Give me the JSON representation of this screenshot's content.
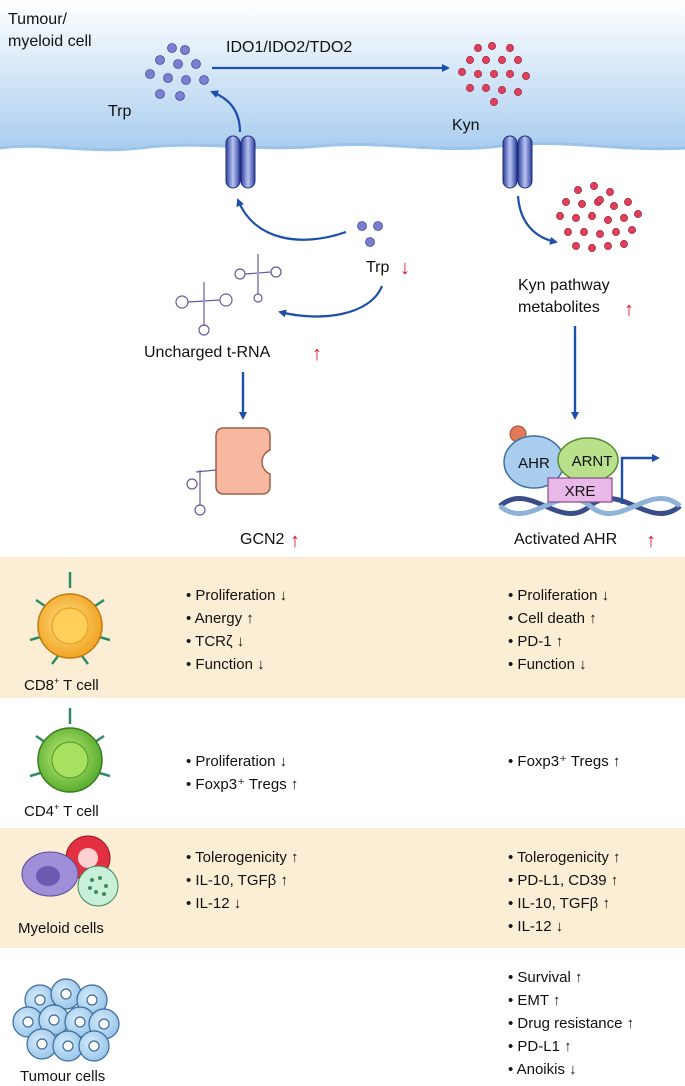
{
  "top": {
    "cell_label_line1": "Tumour/",
    "cell_label_line2": "myeloid cell",
    "enzymes": "IDO1/IDO2/TDO2",
    "trp_label": "Trp",
    "kyn_label": "Kyn",
    "trp_low_label": "Trp",
    "uncharged_trna": "Uncharged t-RNA",
    "gcn2": "GCN2",
    "kyn_pathway_line1": "Kyn pathway",
    "kyn_pathway_line2": "metabolites",
    "ahr": "AHR",
    "arnt": "ARNT",
    "xre": "XRE",
    "activated_ahr": "Activated AHR",
    "up_arrow": "↑",
    "down_arrow": "↓"
  },
  "rows": [
    {
      "cell_main": "CD8",
      "cell_sup": "+",
      "cell_rest": " T cell",
      "left_items": [
        "Proliferation ↓",
        "Anergy ↑",
        "TCRζ ↓",
        "Function ↓"
      ],
      "right_items": [
        "Proliferation ↓",
        "Cell death ↑",
        "PD-1 ↑",
        "Function ↓"
      ]
    },
    {
      "cell_main": "CD4",
      "cell_sup": "+",
      "cell_rest": " T cell",
      "left_items": [
        "Proliferation ↓",
        "Foxp3⁺ Tregs ↑"
      ],
      "right_items": [
        "Foxp3⁺ Tregs ↑"
      ]
    },
    {
      "cell_main": "Myeloid cells",
      "cell_sup": "",
      "cell_rest": "",
      "left_items": [
        "Tolerogenicity ↑",
        "IL-10, TGFβ ↑",
        "IL-12 ↓"
      ],
      "right_items": [
        "Tolerogenicity ↑",
        "PD-L1, CD39 ↑",
        "IL-10, TGFβ ↑",
        "IL-12 ↓"
      ]
    },
    {
      "cell_main": "Tumour cells",
      "cell_sup": "",
      "cell_rest": "",
      "left_items": [],
      "right_items": [
        "Survival ↑",
        "EMT ↑",
        "Drug resistance ↑",
        "PD-L1 ↑",
        "Anoikis ↓"
      ]
    }
  ],
  "colors": {
    "arrow_blue": "#1c4fa8",
    "red_arrow": "#e0102a",
    "band": "#fbeed5",
    "membrane": "#a9cdef",
    "trp_dot": "#7b7fcf",
    "kyn_dot": "#e2405a"
  }
}
